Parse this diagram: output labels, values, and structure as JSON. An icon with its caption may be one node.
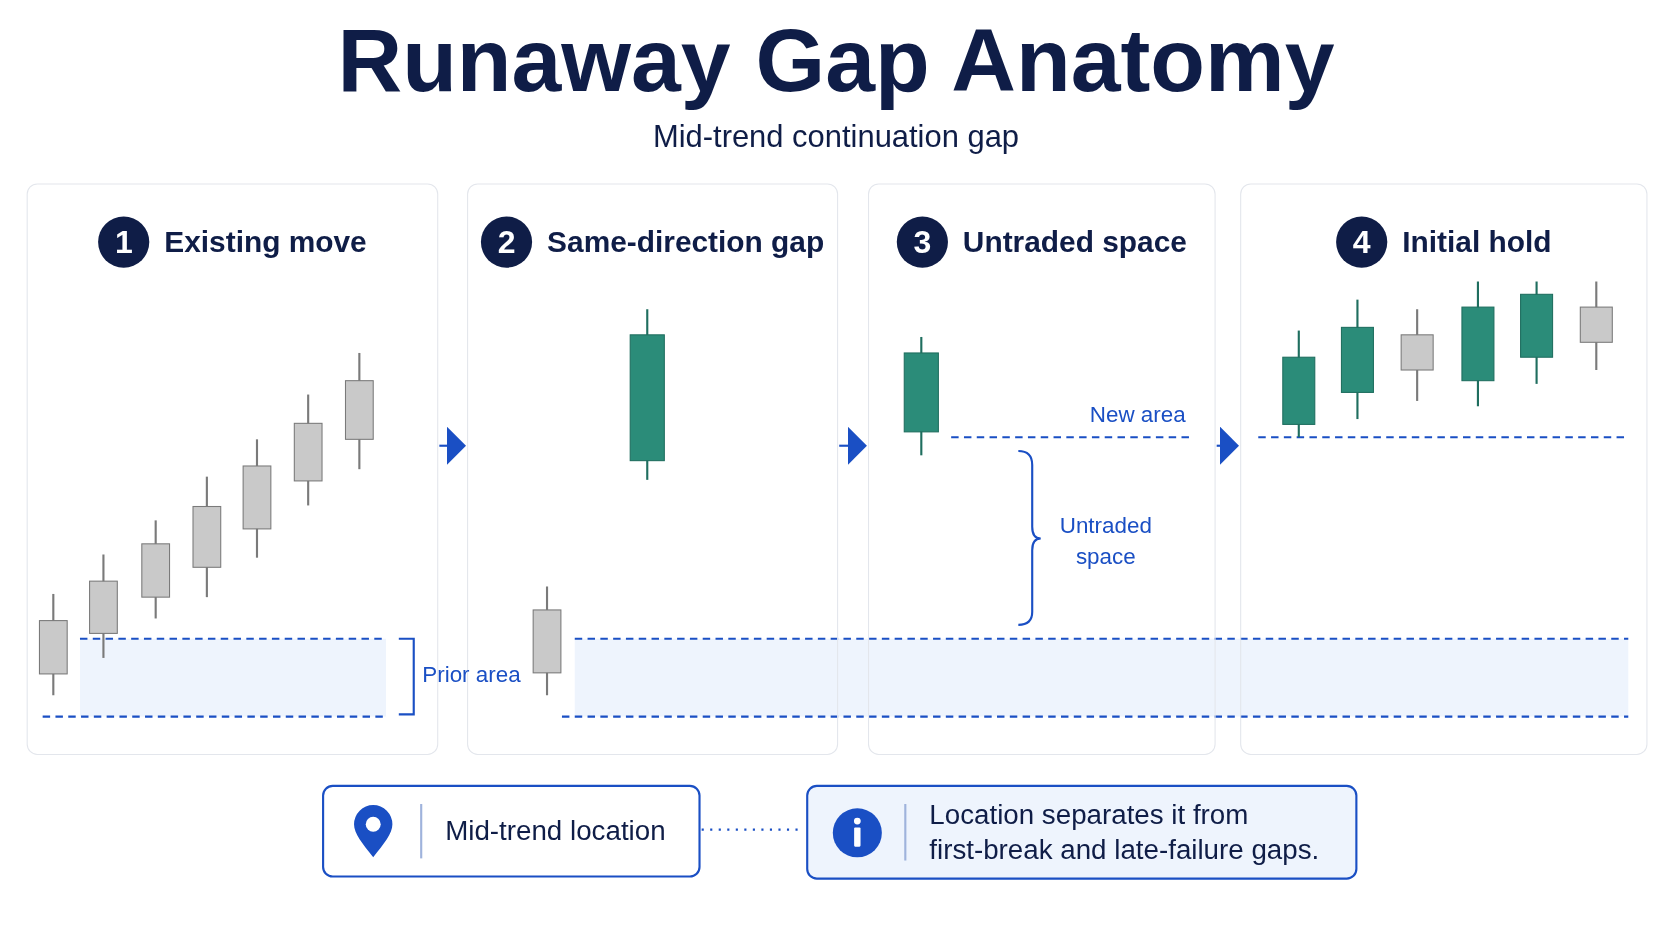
{
  "diagram": {
    "title": "Runaway Gap Anatomy",
    "nodes": [
      {
        "text": [
          "1",
          "Existing move"
        ]
      },
      {
        "text": [
          "2",
          "Same-direction gap"
        ]
      },
      {
        "text": [
          "3",
          "Untraded space"
        ]
      },
      {
        "text": [
          "4",
          "Initial hold"
        ]
      },
      {
        "text": [
          "Mid-trend location"
        ]
      },
      {
        "text": [
          "Location separates it from first-break and late-failure gaps."
        ]
      }
    ],
    "edges": [
      {
        "from": 0,
        "to": 1,
        "arrow": "to"
      },
      {
        "from": 1,
        "to": 2,
        "arrow": "to"
      },
      {
        "from": 2,
        "to": 3,
        "arrow": "to"
      },
      {
        "from": 4,
        "to": 5,
        "arrow": "none",
        "style": "dashed"
      }
    ],
    "labels": [
      "Mid-trend continuation gap",
      "Prior area",
      "New area",
      "Untraded space"
    ]
  }
}
